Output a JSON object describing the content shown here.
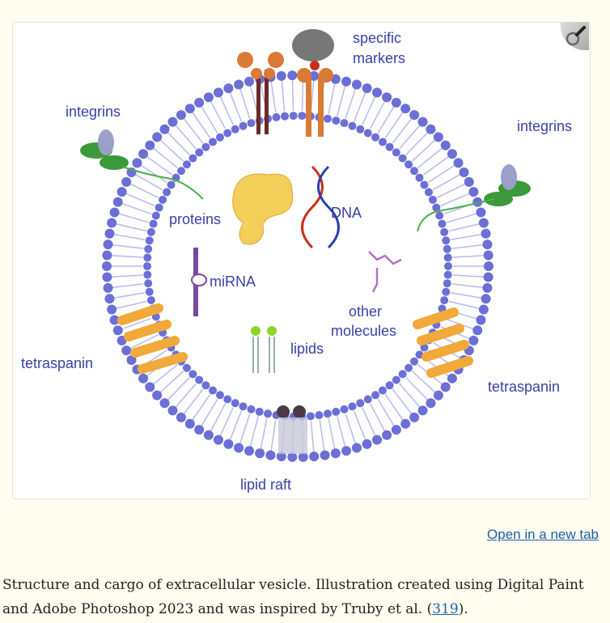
{
  "figure": {
    "labels": {
      "specific_markers_1": "specific",
      "specific_markers_2": "markers",
      "integrins_left": "integrins",
      "integrins_right": "integrins",
      "proteins": "proteins",
      "dna": "DNA",
      "mirna": "miRNA",
      "other_molecules_1": "other",
      "other_molecules_2": "molecules",
      "lipids": "lipids",
      "tetraspanin_left": "tetraspanin",
      "tetraspanin_right": "tetraspanin",
      "lipid_raft": "lipid raft"
    },
    "colors": {
      "membrane": "#6b6fd6",
      "label": "#3b3fa8",
      "tetraspanin": "#f0a93a",
      "protein": "#f3cf5a"
    }
  },
  "open_link": "Open in a new tab",
  "caption": {
    "text": "Structure and cargo of extracellular vesicle. Illustration created using Digital Paint and Adobe Photoshop 2023 and was inspired by Truby et al. (",
    "ref": "319",
    "end": ")."
  }
}
